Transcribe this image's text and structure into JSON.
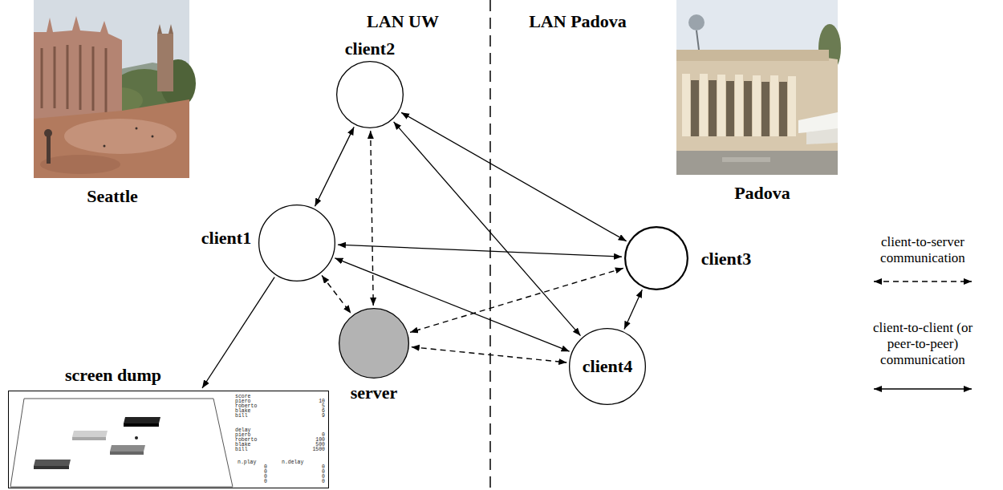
{
  "diagram": {
    "nodes": [
      {
        "text": [
          "client2"
        ]
      },
      {
        "text": [
          "client1"
        ]
      },
      {
        "text": [
          "client3"
        ]
      },
      {
        "text": [
          "server"
        ]
      },
      {
        "text": [
          "client4"
        ]
      },
      {
        "text": [
          "screen dump",
          "score",
          "piero",
          "10",
          "roberto",
          "5",
          "blake",
          "6",
          "bill",
          "9",
          "delay",
          "piero",
          "0",
          "roberto",
          "100",
          "blake",
          "500",
          "bill",
          "1500",
          "n.play",
          "n.delay",
          "0",
          "0",
          "0",
          "0",
          "0",
          "0",
          "0",
          "0"
        ]
      }
    ],
    "edges": [
      {
        "from": 1,
        "to": 0,
        "arrow": "both"
      },
      {
        "from": 0,
        "to": 2,
        "arrow": "both"
      },
      {
        "from": 0,
        "to": 4,
        "arrow": "both"
      },
      {
        "from": 1,
        "to": 2,
        "arrow": "both"
      },
      {
        "from": 1,
        "to": 4,
        "arrow": "both"
      },
      {
        "from": 2,
        "to": 4,
        "arrow": "both"
      },
      {
        "from": 1,
        "to": 3,
        "arrow": "both"
      },
      {
        "from": 0,
        "to": 3,
        "arrow": "both"
      },
      {
        "from": 2,
        "to": 3,
        "arrow": "both"
      },
      {
        "from": 3,
        "to": 4,
        "arrow": "both"
      },
      {
        "from": 1,
        "to": 5,
        "arrow": "to"
      }
    ],
    "labels": [
      "LAN UW",
      "LAN Padova",
      "Seattle",
      "Padova"
    ],
    "legend": [
      {
        "text": "client-to-server communication"
      },
      {
        "text": "client-to-client (or peer-to-peer) communication"
      }
    ]
  }
}
